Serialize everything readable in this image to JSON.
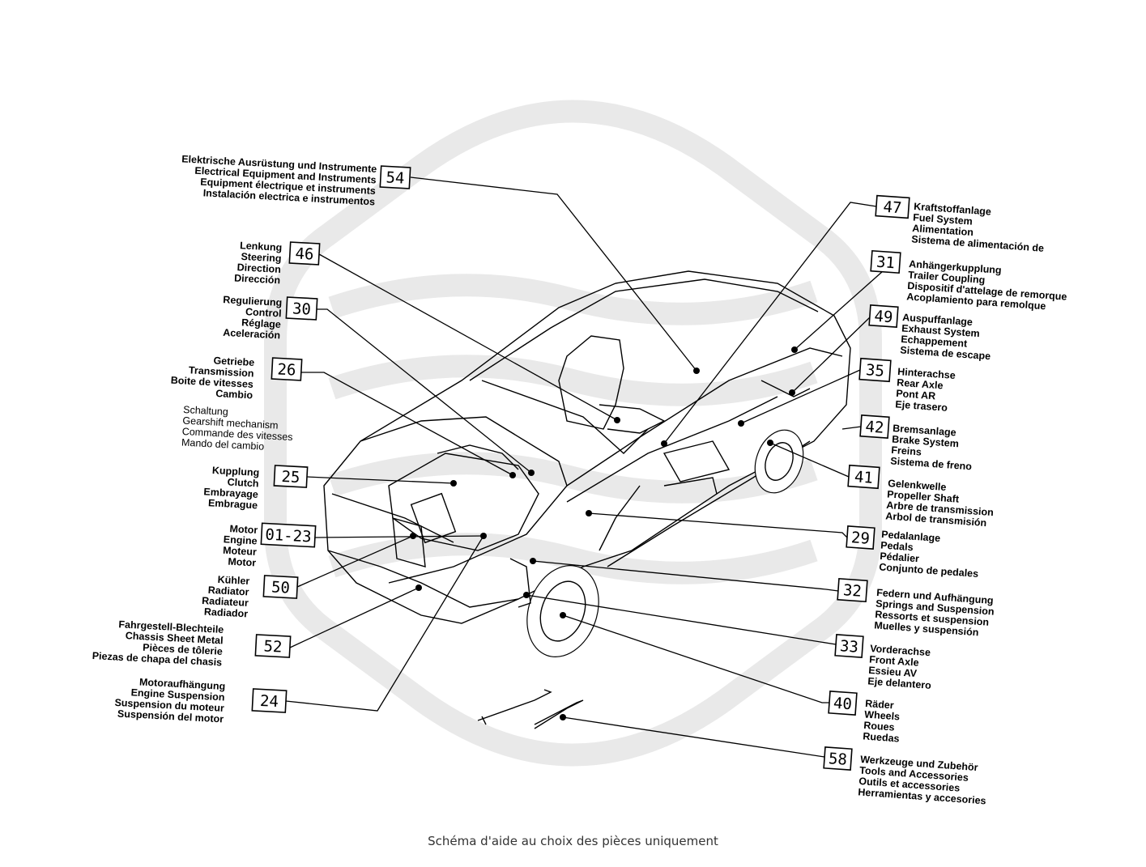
{
  "caption": "Schéma d'aide au choix des pièces uniquement",
  "groups": [
    {
      "num": "54",
      "lines": [
        "Elektrische Ausrüstung und Instrumente",
        "Electrical Equipment and Instruments",
        "Equipment électrique et instruments",
        "Instalación electrica e instrumentos"
      ]
    },
    {
      "num": "46",
      "lines": [
        "Lenkung",
        "Steering",
        "Direction",
        "Dirección"
      ]
    },
    {
      "num": "30",
      "lines": [
        "Regulierung",
        "Control",
        "Réglage",
        "Aceleración"
      ]
    },
    {
      "num": "26",
      "lines": [
        "Getriebe",
        "Transmission",
        "Boite de vitesses",
        "Cambio"
      ],
      "extra": [
        "Schaltung",
        "Gearshift mechanism",
        "Commande des vitesses",
        "Mando del cambio"
      ]
    },
    {
      "num": "25",
      "lines": [
        "Kupplung",
        "Clutch",
        "Embrayage",
        "Embrague"
      ]
    },
    {
      "num": "01-23",
      "lines": [
        "Motor",
        "Engine",
        "Moteur",
        "Motor"
      ]
    },
    {
      "num": "50",
      "lines": [
        "Kühler",
        "Radiator",
        "Radiateur",
        "Radiador"
      ]
    },
    {
      "num": "52",
      "lines": [
        "Fahrgestell-Blechteile",
        "Chassis Sheet Metal",
        "Pièces de tôlerie",
        "Piezas de chapa del chasis"
      ]
    },
    {
      "num": "24",
      "lines": [
        "Motoraufhängung",
        "Engine Suspension",
        "Suspension du moteur",
        "Suspensión del motor"
      ]
    },
    {
      "num": "47",
      "lines": [
        "Kraftstoffanlage",
        "Fuel System",
        "Alimentation",
        "Sistema de alimentación de"
      ]
    },
    {
      "num": "31",
      "lines": [
        "Anhängerkupplung",
        "Trailer Coupling",
        "Dispositif d'attelage de remorque",
        "Acoplamiento para remolque"
      ]
    },
    {
      "num": "49",
      "lines": [
        "Auspuffanlage",
        "Exhaust System",
        "Echappement",
        "Sistema de escape"
      ]
    },
    {
      "num": "35",
      "lines": [
        "Hinterachse",
        "Rear Axle",
        "Pont AR",
        "Eje trasero"
      ]
    },
    {
      "num": "42",
      "lines": [
        "Bremsanlage",
        "Brake System",
        "Freins",
        "Sistema de freno"
      ]
    },
    {
      "num": "41",
      "lines": [
        "Gelenkwelle",
        "Propeller Shaft",
        "Arbre de transmission",
        "Arbol de transmisión"
      ]
    },
    {
      "num": "29",
      "lines": [
        "Pedalanlage",
        "Pedals",
        "Pédalier",
        "Conjunto de pedales"
      ]
    },
    {
      "num": "32",
      "lines": [
        "Federn und Aufhängung",
        "Springs and Suspension",
        "Ressorts et suspension",
        "Muelles y suspensión"
      ]
    },
    {
      "num": "33",
      "lines": [
        "Vorderachse",
        "Front Axle",
        "Essieu AV",
        "Eje delantero"
      ]
    },
    {
      "num": "40",
      "lines": [
        "Räder",
        "Wheels",
        "Roues",
        "Ruedas"
      ]
    },
    {
      "num": "58",
      "lines": [
        "Werkzeuge und Zubehör",
        "Tools and Accessories",
        "Outils et accessories",
        "Herramientas y accesories"
      ]
    }
  ]
}
